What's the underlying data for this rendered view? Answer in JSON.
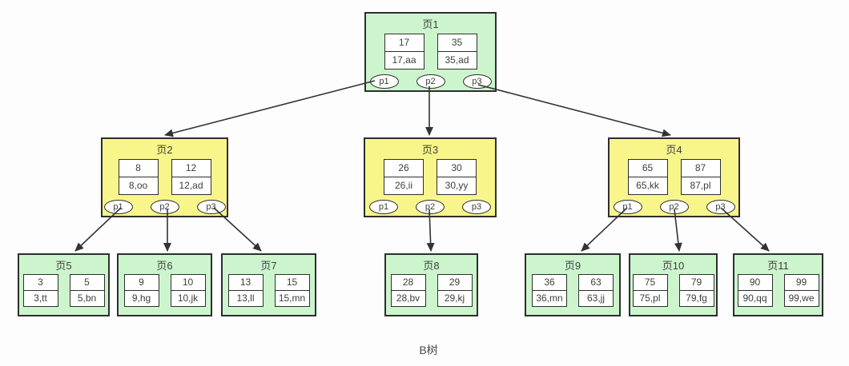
{
  "caption": "B树",
  "colors": {
    "root_and_leaf_fill": "#cdf5cd",
    "internal_fill": "#f8f68a",
    "border": "#2e2e2e",
    "cell_fill": "#ffffff",
    "arrow": "#333333"
  },
  "nodes": [
    {
      "title": "页1",
      "entries": [
        {
          "key": "17",
          "value": "17,aa"
        },
        {
          "key": "35",
          "value": "35,ad"
        }
      ],
      "pointers": [
        "p1",
        "p2",
        "p3"
      ]
    },
    {
      "title": "页2",
      "entries": [
        {
          "key": "8",
          "value": "8,oo"
        },
        {
          "key": "12",
          "value": "12,ad"
        }
      ],
      "pointers": [
        "p1",
        "p2",
        "p3"
      ]
    },
    {
      "title": "页3",
      "entries": [
        {
          "key": "26",
          "value": "26,ii"
        },
        {
          "key": "30",
          "value": "30,yy"
        }
      ],
      "pointers": [
        "p1",
        "p2",
        "p3"
      ]
    },
    {
      "title": "页4",
      "entries": [
        {
          "key": "65",
          "value": "65,kk"
        },
        {
          "key": "87",
          "value": "87,pl"
        }
      ],
      "pointers": [
        "p1",
        "p2",
        "p3"
      ]
    },
    {
      "title": "页5",
      "entries": [
        {
          "key": "3",
          "value": "3,tt"
        },
        {
          "key": "5",
          "value": "5,bn"
        }
      ]
    },
    {
      "title": "页6",
      "entries": [
        {
          "key": "9",
          "value": "9,hg"
        },
        {
          "key": "10",
          "value": "10,jk"
        }
      ]
    },
    {
      "title": "页7",
      "entries": [
        {
          "key": "13",
          "value": "13,ll"
        },
        {
          "key": "15",
          "value": "15,mn"
        }
      ]
    },
    {
      "title": "页8",
      "entries": [
        {
          "key": "28",
          "value": "28,bv"
        },
        {
          "key": "29",
          "value": "29,kj"
        }
      ]
    },
    {
      "title": "页9",
      "entries": [
        {
          "key": "36",
          "value": "36,mn"
        },
        {
          "key": "63",
          "value": "63,jj"
        }
      ]
    },
    {
      "title": "页10",
      "entries": [
        {
          "key": "75",
          "value": "75,pl"
        },
        {
          "key": "79",
          "value": "79,fg"
        }
      ]
    },
    {
      "title": "页11",
      "entries": [
        {
          "key": "90",
          "value": "90,qq"
        },
        {
          "key": "99",
          "value": "99,we"
        }
      ]
    }
  ]
}
